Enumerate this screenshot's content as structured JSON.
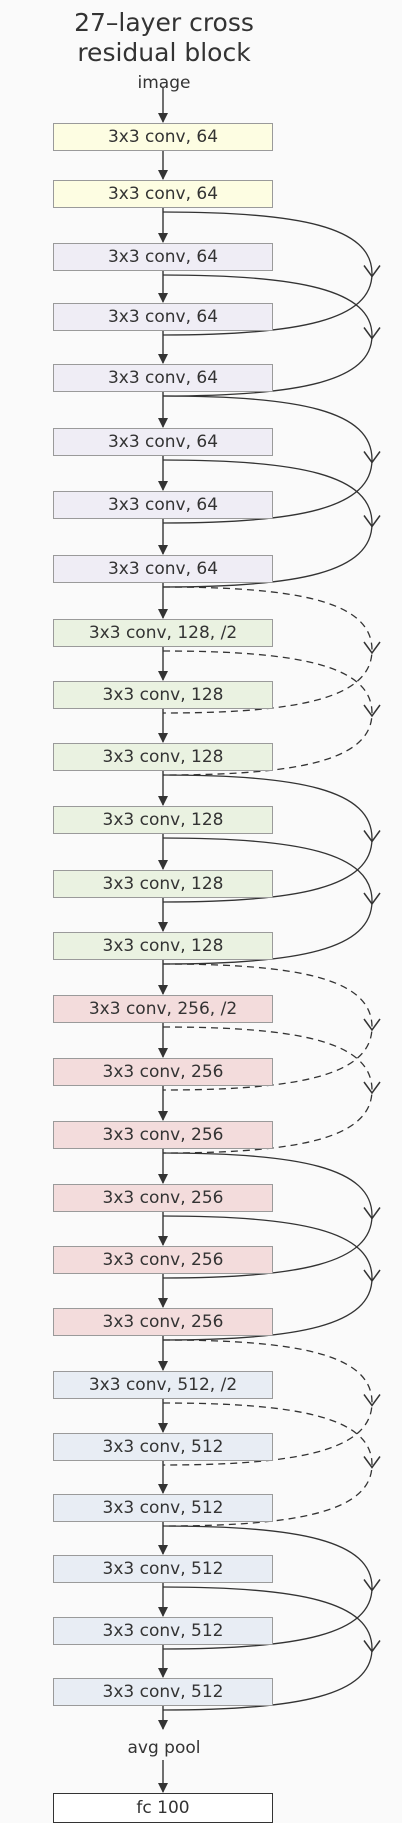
{
  "title": {
    "line1": "27–layer cross",
    "line2": "residual block"
  },
  "input_label": "image",
  "pool_label": "avg pool",
  "colors": {
    "stage64": "#fdfde2",
    "stage64b": "#efedf5",
    "stage128": "#eaf2e1",
    "stage256": "#f3dcdc",
    "stage512": "#e8edf4",
    "line": "#333333",
    "box_border": "#9a9a9a"
  },
  "layers": [
    {
      "label": "3x3 conv, 64",
      "color": "#fdfde2"
    },
    {
      "label": "3x3 conv, 64",
      "color": "#fdfde2"
    },
    {
      "label": "3x3 conv, 64",
      "color": "#efedf5"
    },
    {
      "label": "3x3 conv, 64",
      "color": "#efedf5"
    },
    {
      "label": "3x3 conv, 64",
      "color": "#efedf5"
    },
    {
      "label": "3x3 conv, 64",
      "color": "#efedf5"
    },
    {
      "label": "3x3 conv, 64",
      "color": "#efedf5"
    },
    {
      "label": "3x3 conv, 64",
      "color": "#efedf5"
    },
    {
      "label": "3x3 conv, 128, /2",
      "color": "#eaf2e1"
    },
    {
      "label": "3x3 conv, 128",
      "color": "#eaf2e1"
    },
    {
      "label": "3x3 conv, 128",
      "color": "#eaf2e1"
    },
    {
      "label": "3x3 conv, 128",
      "color": "#eaf2e1"
    },
    {
      "label": "3x3 conv, 128",
      "color": "#eaf2e1"
    },
    {
      "label": "3x3 conv, 128",
      "color": "#eaf2e1"
    },
    {
      "label": "3x3 conv, 256, /2",
      "color": "#f3dcdc"
    },
    {
      "label": "3x3 conv, 256",
      "color": "#f3dcdc"
    },
    {
      "label": "3x3 conv, 256",
      "color": "#f3dcdc"
    },
    {
      "label": "3x3 conv, 256",
      "color": "#f3dcdc"
    },
    {
      "label": "3x3 conv, 256",
      "color": "#f3dcdc"
    },
    {
      "label": "3x3 conv, 256",
      "color": "#f3dcdc"
    },
    {
      "label": "3x3 conv, 512, /2",
      "color": "#e8edf4"
    },
    {
      "label": "3x3 conv, 512",
      "color": "#e8edf4"
    },
    {
      "label": "3x3 conv, 512",
      "color": "#e8edf4"
    },
    {
      "label": "3x3 conv, 512",
      "color": "#e8edf4"
    },
    {
      "label": "3x3 conv, 512",
      "color": "#e8edf4"
    },
    {
      "label": "3x3 conv, 512",
      "color": "#e8edf4"
    }
  ],
  "fc_label": "fc 100",
  "skip_groups": [
    {
      "type": "solid",
      "from_layer": 1
    },
    {
      "type": "solid",
      "from_layer": 4
    },
    {
      "type": "dashed",
      "from_layer": 7
    },
    {
      "type": "solid",
      "from_layer": 10
    },
    {
      "type": "dashed",
      "from_layer": 13
    },
    {
      "type": "solid",
      "from_layer": 16
    },
    {
      "type": "dashed",
      "from_layer": 19
    },
    {
      "type": "solid",
      "from_layer": 22
    }
  ]
}
